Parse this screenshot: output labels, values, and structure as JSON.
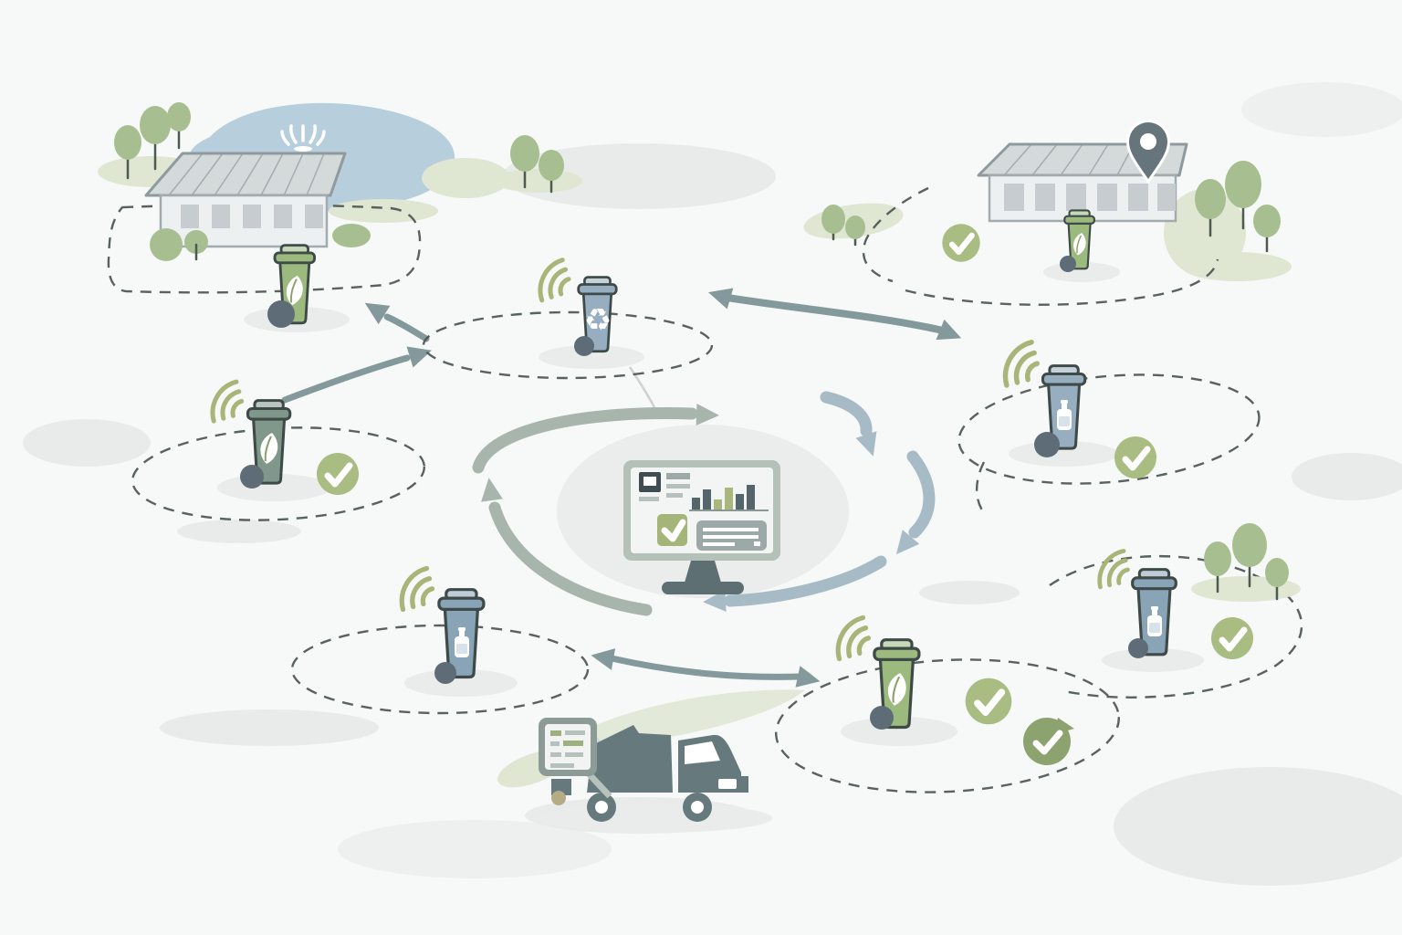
{
  "scene_type": "smart-waste-management-illustration",
  "icons": {
    "recycle_glyph": "♻",
    "list": [
      "leaf-bin-icon",
      "bottle-bin-icon",
      "recycle-bin-icon",
      "wifi-signal-icon",
      "check-icon",
      "check-badge-icon",
      "sensor-dot",
      "location-pin-icon",
      "fountain-icon",
      "monitor-icon",
      "bar-chart-icon",
      "document-icon",
      "checklist-panel-icon",
      "garbage-truck-icon",
      "checklist-sign-icon",
      "cycle-arrows",
      "building",
      "trees",
      "lake"
    ]
  },
  "zones": [
    {
      "id": "top-left-campus",
      "elements": [
        "building",
        "lake",
        "fountain-icon",
        "trees",
        "leaf-bin-icon",
        "sensor-dot",
        "dashed-boundary"
      ]
    },
    {
      "id": "top-center-bin",
      "elements": [
        "recycle-bin-icon",
        "wifi-signal-icon",
        "sensor-dot",
        "dashed-zone"
      ]
    },
    {
      "id": "top-right-campus",
      "elements": [
        "building",
        "location-pin-icon",
        "trees",
        "leaf-bin-icon",
        "check-icon",
        "sensor-dot",
        "dashed-path"
      ]
    },
    {
      "id": "mid-left-bin",
      "elements": [
        "leaf-bin-icon",
        "wifi-signal-icon",
        "check-icon",
        "sensor-dot",
        "dashed-zone"
      ]
    },
    {
      "id": "mid-right-bin",
      "elements": [
        "bottle-bin-icon",
        "wifi-signal-icon",
        "check-icon",
        "sensor-dot",
        "dashed-zone"
      ]
    },
    {
      "id": "center-dashboard",
      "elements": [
        "monitor-icon",
        "document-icon",
        "bar-chart-icon",
        "check-icon",
        "checklist-panel-icon",
        "cycle-arrows"
      ]
    },
    {
      "id": "bottom-left-bin",
      "elements": [
        "bottle-bin-icon",
        "wifi-signal-icon",
        "sensor-dot",
        "dashed-zone"
      ]
    },
    {
      "id": "bottom-center-bin",
      "elements": [
        "leaf-bin-icon",
        "wifi-signal-icon",
        "check-icon",
        "check-badge-icon",
        "sensor-dot",
        "dashed-zone"
      ]
    },
    {
      "id": "bottom-right-bin",
      "elements": [
        "bottle-bin-icon",
        "wifi-signal-icon",
        "check-icon",
        "trees",
        "sensor-dot",
        "dashed-path"
      ]
    },
    {
      "id": "collection-truck",
      "elements": [
        "garbage-truck-icon",
        "checklist-sign-icon"
      ]
    }
  ],
  "connections": [
    {
      "from": "mid-left-bin",
      "to": "top-center-bin",
      "type": "arrow"
    },
    {
      "from": "top-center-bin",
      "to": "top-left-campus",
      "type": "arrow"
    },
    {
      "from": "top-center-bin",
      "to": "mid-right-bin",
      "type": "double-arrow"
    },
    {
      "from": "bottom-left-bin",
      "to": "bottom-center-bin",
      "type": "double-arrow"
    },
    {
      "from": "center-dashboard",
      "to": "all-zones",
      "type": "cycle"
    }
  ],
  "chart_data": {
    "type": "bar",
    "title": "dashboard-mini-bar-chart",
    "values": [
      13,
      22,
      11,
      24,
      17,
      27
    ],
    "bar_colors": [
      "slate",
      "slate",
      "olive",
      "olive",
      "slate",
      "slate"
    ],
    "xlabel": "",
    "ylabel": ""
  },
  "colors": {
    "bg": "#f7f8f8",
    "ink": "#3e4a47",
    "dash": "#4a5553",
    "binGreen": "#9cba7d",
    "binGreenMuted": "#80988b",
    "binBlue": "#96aec0",
    "binBlueDeep": "#89a3b7",
    "wifi": "#a8b478",
    "check": "#a9bc82",
    "checkDark": "#8ca36f",
    "arrow": "#84999b",
    "cycleGreen": "#a8b5ad",
    "cycleBlue": "#a7bbc6",
    "wall": "#edf0f0",
    "wallStroke": "#a2abae",
    "roof": "#d4d9da",
    "roofStroke": "#8f9a9e",
    "window": "#c6cccf",
    "lake": "#b7cedd",
    "tree": "#a7bf90",
    "trunk": "#4e5a50",
    "groundGreen": "#dfe6d2",
    "groundGray": "#e9ebeb",
    "truck": "#667a7d",
    "monitorFrame": "#b4c1b9",
    "screen": "#f3f5f4",
    "chartSlate": "#54656c",
    "chartOlive": "#a9b77c",
    "panel": "#9da9a6",
    "dot": "#5d6c76",
    "pin": "#66757b",
    "sign": "#8d9b97",
    "signInner": "#f2f4f3",
    "signLineGreen": "#9db07e",
    "signLineGray": "#b6c0bd",
    "tan": "#b5ab84",
    "shadow": "#e9ecea",
    "thinLine": "#ccd3d2"
  }
}
